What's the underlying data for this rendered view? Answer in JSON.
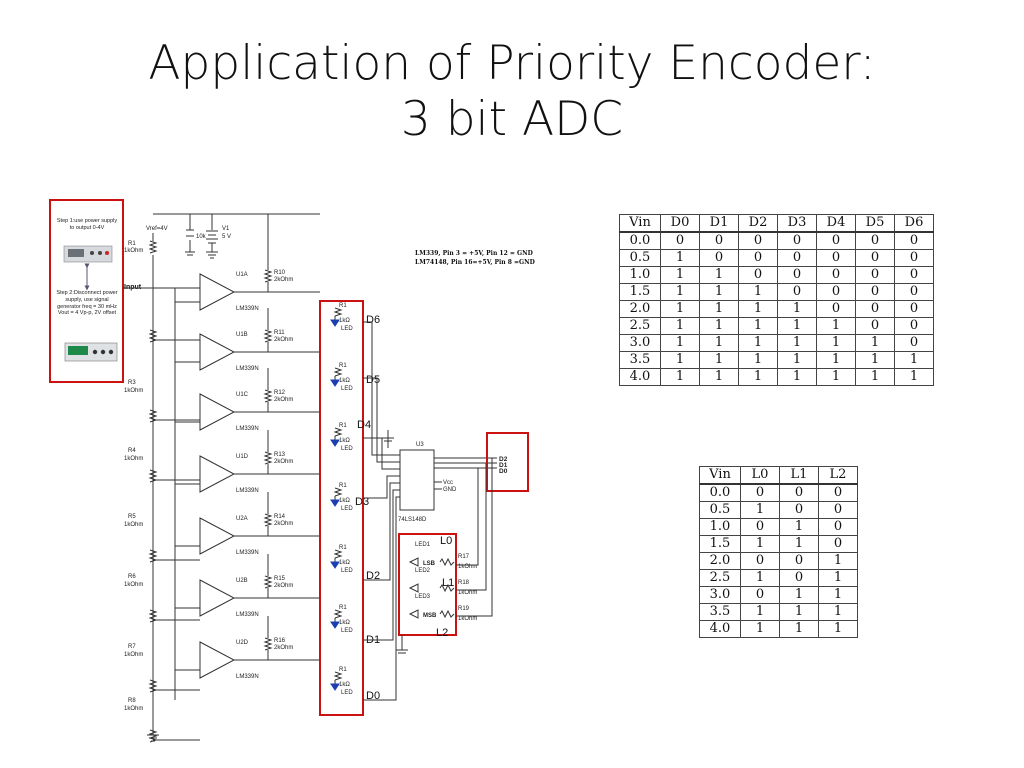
{
  "title": {
    "line1": "Application of Priority Encoder:",
    "line2": "3 bit ADC"
  },
  "colors": {
    "highlight_box": "#cc1111",
    "wire": "#333333",
    "led": "#1a3fb0"
  },
  "step_box": {
    "step1": "Step 1:use power supply to output 0-4V",
    "step2": "Step 2:Disconnect power supply, use signal generator freq = 30 mHz Vout = 4 Vp-p, 2V offset",
    "arrow_icon": "up-down-arrow"
  },
  "schematic": {
    "input_label": "Input",
    "vref_label": "Vref=4V",
    "v1_label": "V1",
    "v1_value": "5 V",
    "r1": {
      "name": "R1",
      "value": "1kOhm"
    },
    "pot_label": "10k",
    "divider_resistors": [
      {
        "name": "R3",
        "value": "1kOhm"
      },
      {
        "name": "R4",
        "value": "1kOhm"
      },
      {
        "name": "R5",
        "value": "1kOhm"
      },
      {
        "name": "R6",
        "value": "1kOhm"
      },
      {
        "name": "R7",
        "value": "1kOhm"
      },
      {
        "name": "R8",
        "value": "1kOhm"
      }
    ],
    "comparators": [
      {
        "name": "U1A",
        "part": "LM339N",
        "pullup": "R10",
        "pullup_value": "2kOhm"
      },
      {
        "name": "U1B",
        "part": "LM339N",
        "pullup": "R11",
        "pullup_value": "2kOhm"
      },
      {
        "name": "U1C",
        "part": "LM339N",
        "pullup": "R12",
        "pullup_value": "2kOhm"
      },
      {
        "name": "U1D",
        "part": "LM339N",
        "pullup": "R13",
        "pullup_value": "2kOhm"
      },
      {
        "name": "U2A",
        "part": "LM339N",
        "pullup": "R14",
        "pullup_value": "2kOhm"
      },
      {
        "name": "U2B",
        "part": "LM339N",
        "pullup": "R15",
        "pullup_value": "2kOhm"
      },
      {
        "name": "U2D",
        "part": "LM339N",
        "pullup": "R16",
        "pullup_value": "2kOhm"
      }
    ],
    "led_labels": [
      "D6",
      "D5",
      "D4",
      "D3",
      "D2",
      "D1",
      "D0"
    ],
    "led_resistor": "R1",
    "led_resistor_value": "1kΩ",
    "led_part": "LED",
    "pin_note_line1": "LM339, Pin 3 = +5V, Pin 12 = GND",
    "pin_note_line2": "LM74148, Pin 16=+5V, Pin 8 =GND",
    "encoder": {
      "name": "U3",
      "part": "74LS148D",
      "vcc": "Vcc",
      "gnd": "GND"
    },
    "outputs": [
      "D2",
      "D1",
      "D0"
    ],
    "output_leds": [
      {
        "name": "LED1",
        "tag": "LSB",
        "label": "L0",
        "resistor": "R17",
        "resistor_value": "1kOhm"
      },
      {
        "name": "LED2",
        "tag": "",
        "label": "L1",
        "resistor": "R18",
        "resistor_value": "1kOhm"
      },
      {
        "name": "LED3",
        "tag": "MSB",
        "label": "L2",
        "resistor": "R19",
        "resistor_value": "1kOhm"
      }
    ]
  },
  "table_d": {
    "headers": [
      "Vin",
      "D0",
      "D1",
      "D2",
      "D3",
      "D4",
      "D5",
      "D6"
    ],
    "rows": [
      [
        "0.0",
        "0",
        "0",
        "0",
        "0",
        "0",
        "0",
        "0"
      ],
      [
        "0.5",
        "1",
        "0",
        "0",
        "0",
        "0",
        "0",
        "0"
      ],
      [
        "1.0",
        "1",
        "1",
        "0",
        "0",
        "0",
        "0",
        "0"
      ],
      [
        "1.5",
        "1",
        "1",
        "1",
        "0",
        "0",
        "0",
        "0"
      ],
      [
        "2.0",
        "1",
        "1",
        "1",
        "1",
        "0",
        "0",
        "0"
      ],
      [
        "2.5",
        "1",
        "1",
        "1",
        "1",
        "1",
        "0",
        "0"
      ],
      [
        "3.0",
        "1",
        "1",
        "1",
        "1",
        "1",
        "1",
        "0"
      ],
      [
        "3.5",
        "1",
        "1",
        "1",
        "1",
        "1",
        "1",
        "1"
      ],
      [
        "4.0",
        "1",
        "1",
        "1",
        "1",
        "1",
        "1",
        "1"
      ]
    ]
  },
  "table_l": {
    "headers": [
      "Vin",
      "L0",
      "L1",
      "L2"
    ],
    "rows": [
      [
        "0.0",
        "0",
        "0",
        "0"
      ],
      [
        "0.5",
        "1",
        "0",
        "0"
      ],
      [
        "1.0",
        "0",
        "1",
        "0"
      ],
      [
        "1.5",
        "1",
        "1",
        "0"
      ],
      [
        "2.0",
        "0",
        "0",
        "1"
      ],
      [
        "2.5",
        "1",
        "0",
        "1"
      ],
      [
        "3.0",
        "0",
        "1",
        "1"
      ],
      [
        "3.5",
        "1",
        "1",
        "1"
      ],
      [
        "4.0",
        "1",
        "1",
        "1"
      ]
    ]
  }
}
